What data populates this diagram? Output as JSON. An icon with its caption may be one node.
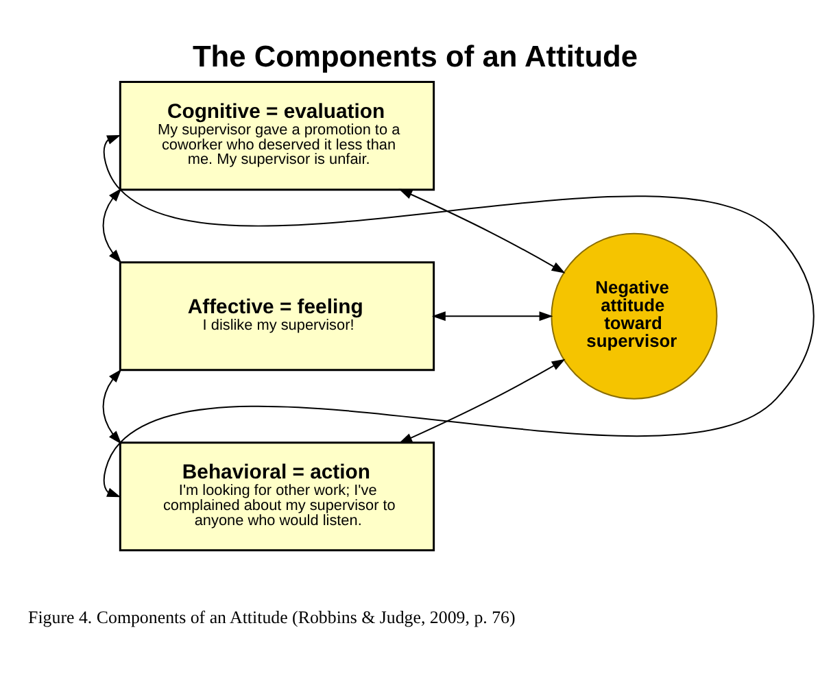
{
  "diagram": {
    "title": "The Components of an Attitude",
    "caption": "Figure 4. Components of an Attitude (Robbins & Judge, 2009, p. 76)",
    "nodes": [
      {
        "text": [
          "Cognitive = evaluation",
          "My supervisor gave a promotion to a coworker who deserved it less than me. My supervisor is unfair."
        ]
      },
      {
        "text": [
          "Affective = feeling",
          "I dislike my supervisor!"
        ]
      },
      {
        "text": [
          "Behavioral = action",
          "I'm looking for other work; I've complained about my supervisor to anyone who would listen."
        ]
      },
      {
        "text": [
          "Negative attitude toward supervisor"
        ]
      }
    ],
    "edges": [
      {
        "from": 0,
        "to": 3,
        "arrow": "both"
      },
      {
        "from": 1,
        "to": 3,
        "arrow": "both"
      },
      {
        "from": 2,
        "to": 3,
        "arrow": "both"
      },
      {
        "from": 0,
        "to": 1,
        "arrow": "both"
      },
      {
        "from": 1,
        "to": 2,
        "arrow": "both"
      },
      {
        "from": 0,
        "to": 2,
        "arrow": "both"
      }
    ]
  }
}
